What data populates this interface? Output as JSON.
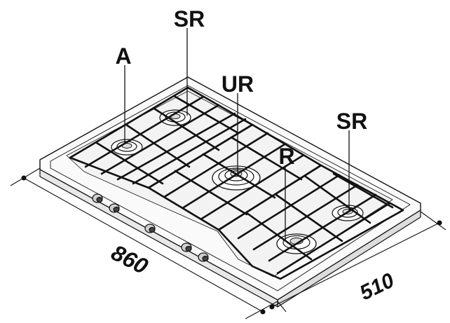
{
  "labels": {
    "burner_a": "A",
    "burner_sr_rear": "SR",
    "burner_ur": "UR",
    "burner_r": "R",
    "burner_sr_right": "SR"
  },
  "dimensions": {
    "width": "860",
    "depth": "510"
  },
  "colors": {
    "line": "#111111",
    "surface": "#ffffff",
    "shade": "#cfcfcf"
  }
}
